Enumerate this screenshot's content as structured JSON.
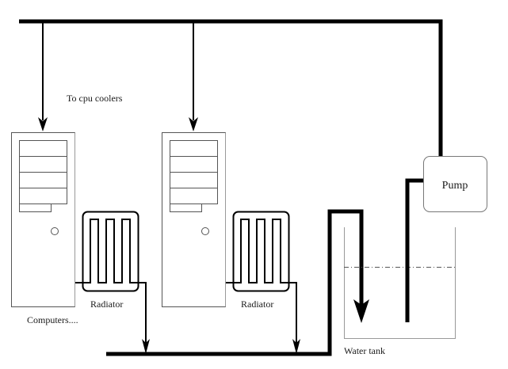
{
  "diagram": {
    "title": "Water cooling loop for multiple computers",
    "labels": {
      "cpu_coolers": "To cpu coolers",
      "computers": "Computers....",
      "radiator_1": "Radiator",
      "radiator_2": "Radiator",
      "pump": "Pump",
      "water_tank": "Water tank"
    },
    "components": [
      {
        "id": "computer-1",
        "type": "computer-tower"
      },
      {
        "id": "computer-2",
        "type": "computer-tower"
      },
      {
        "id": "radiator-1",
        "type": "radiator"
      },
      {
        "id": "radiator-2",
        "type": "radiator"
      },
      {
        "id": "pump",
        "type": "pump"
      },
      {
        "id": "water-tank",
        "type": "tank"
      }
    ],
    "flows": [
      {
        "from": "pump",
        "to": "computer-1",
        "via": "supply-pipe"
      },
      {
        "from": "pump",
        "to": "computer-2",
        "via": "supply-pipe"
      },
      {
        "from": "computer-1",
        "to": "radiator-1"
      },
      {
        "from": "computer-2",
        "to": "radiator-2"
      },
      {
        "from": "radiator-1",
        "to": "return-pipe"
      },
      {
        "from": "radiator-2",
        "to": "return-pipe"
      },
      {
        "from": "return-pipe",
        "to": "water-tank"
      },
      {
        "from": "water-tank",
        "to": "pump"
      }
    ],
    "colors": {
      "pipe": "#000000",
      "outline": "#555555",
      "tank_outline": "#999999",
      "background": "#ffffff"
    }
  }
}
